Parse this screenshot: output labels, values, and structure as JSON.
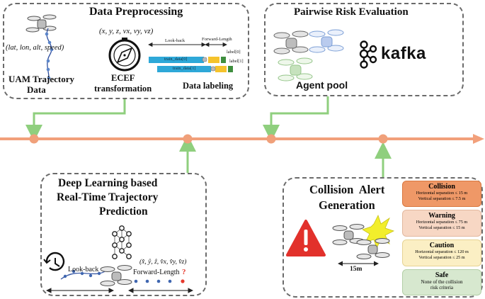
{
  "diagram": {
    "preprocessing": {
      "title": "Data Preprocessing",
      "coords": "(lat, lon, alt, speed)",
      "trajectory_label_1": "UAM Trajectory",
      "trajectory_label_2": "Data",
      "state_vector": "(x, y, z, vx, vy, vz)",
      "ecef_1": "ECEF",
      "ecef_2": "transformation",
      "lookback": "Look-back",
      "forward": "Forward-Length",
      "train0": "train_data[0]",
      "train1": "train_data[1]",
      "label0": "label[0]",
      "label1": "label[1]",
      "labeling": "Data labeling"
    },
    "pairwise": {
      "title": "Pairwise Risk Evaluation",
      "kafka": "kafka",
      "agent_pool": "Agent pool"
    },
    "prediction": {
      "title_1": "Deep Learning based",
      "title_2": "Real-Time Trajectory",
      "title_3": "Prediction",
      "output_vector": "(x̂, ŷ, ẑ, v̂x, v̂y, v̂z)",
      "lookback": "Look-back",
      "forward": "Forward-Length",
      "question": "?"
    },
    "alert": {
      "title_1": "Collision  Alert",
      "title_2": "Generation",
      "distance": "15m",
      "levels": [
        {
          "name": "Collision",
          "line1": "Horizontal separation ≤ 15 m",
          "line2": "Vertical separation ≤ 7.5 m",
          "color": "#ef9867",
          "border": "#d9773f"
        },
        {
          "name": "Warning",
          "line1": "Horizontal separation ≤ 75 m",
          "line2": "Vertical separation ≤ 15 m",
          "color": "#f7d7c4",
          "border": "#e2b89f"
        },
        {
          "name": "Caution",
          "line1": "Horizontal separation ≤ 120 m",
          "line2": "Vertical separation ≤ 25 m",
          "color": "#fbefc4",
          "border": "#e6d394"
        },
        {
          "name": "Safe",
          "line1": "None of the collision",
          "line2": "risk criteria",
          "color": "#d7e8cf",
          "border": "#b3cfa6"
        }
      ]
    },
    "colors": {
      "timeline": "#f2a07b",
      "node": "#f0a07a",
      "connector": "#8fcf7e",
      "box_border": "#6b6b6b",
      "train_bar": "#2ea8d8",
      "forward_bar": "#f5c32c",
      "label_green": "#3e8e3e"
    }
  }
}
